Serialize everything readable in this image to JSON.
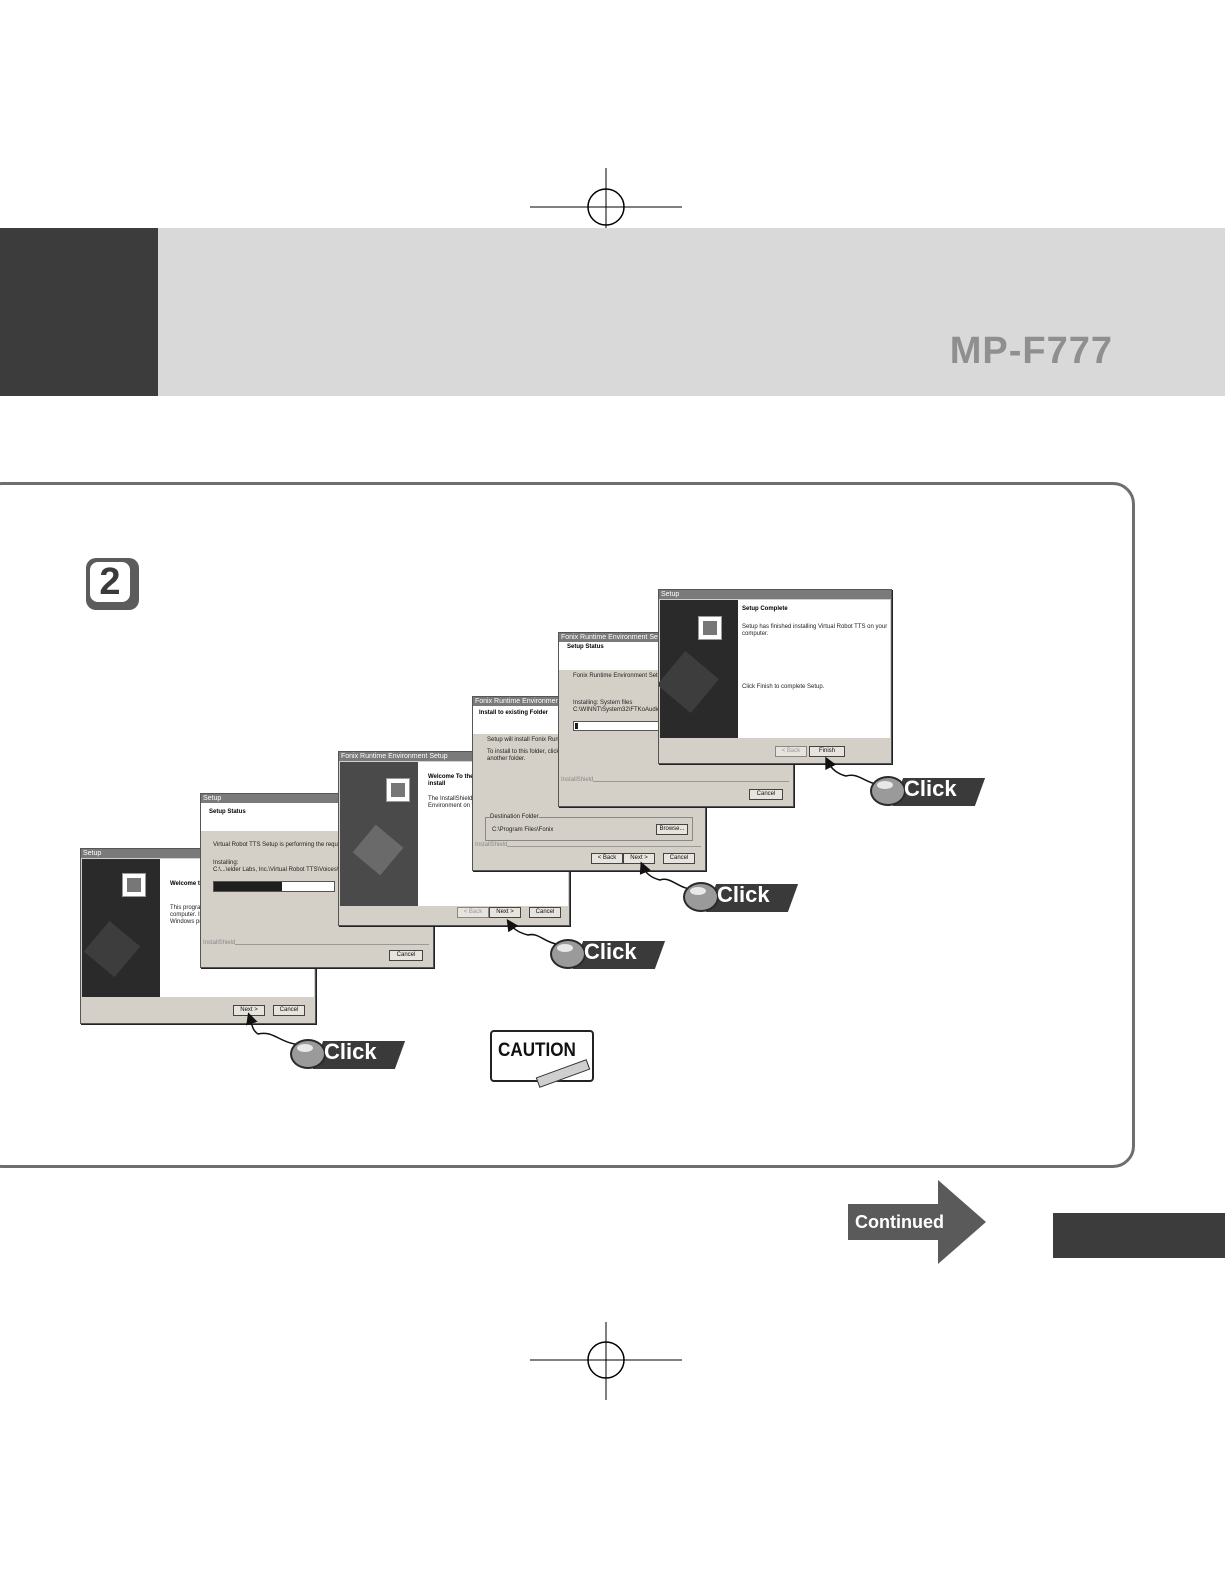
{
  "header": {
    "model": "MP-F777"
  },
  "step": {
    "number": "2"
  },
  "dialogs": {
    "welcome": {
      "title": "Setup",
      "heading": "Welcome t",
      "body": [
        "This program",
        "computer. It",
        "Windows pro"
      ],
      "buttons": {
        "next": "Next >",
        "cancel": "Cancel"
      }
    },
    "setup_status": {
      "title": "Setup",
      "heading": "Setup Status",
      "body": "Virtual Robot TTS Setup is performing the requested ope",
      "installing_label": "Installing:",
      "installing_path": "C:\\...\\elder Labs, Inc.\\Virtual Robot TTS\\Voices\\Ohlt.wav",
      "progress": "57%",
      "progress_value": 0.57,
      "brand": "InstallShield",
      "buttons": {
        "cancel": "Cancel"
      }
    },
    "fonix_welcome": {
      "title": "Fonix Runtime Environment Setup",
      "heading": "Welcome To the",
      "heading2": "install",
      "body": [
        "The InstallShield® W",
        "Environment on your"
      ],
      "buttons": {
        "back": "< Back",
        "next": "Next >",
        "cancel": "Cancel"
      }
    },
    "fonix_folder": {
      "title": "Fonix Runtime Environment Setu",
      "heading": "Install to existing Folder",
      "body": [
        "Setup will install Fonix Runtime En",
        "To install to this folder, click Next",
        "another folder."
      ],
      "group_label": "Destination Folder",
      "folder_path": "C:\\Program Files\\Fonix",
      "browse": "Browse...",
      "brand": "InstallShield",
      "buttons": {
        "back": "< Back",
        "next": "Next >",
        "cancel": "Cancel"
      }
    },
    "fonix_status": {
      "title": "Fonix Runtime Environment Setup",
      "heading": "Setup Status",
      "body": "Fonix Runtime Environment Setup is pro",
      "installing_label": "Installing: System files",
      "installing_path": "C:\\WINNT\\System32\\FTKoAudio.dll",
      "brand": "InstallShield",
      "buttons": {
        "cancel": "Cancel"
      }
    },
    "complete": {
      "title": "Setup",
      "heading": "Setup Complete",
      "body": [
        "Setup has finished installing Virtual Robot TTS on your",
        "computer."
      ],
      "hint": "Click Finish to complete Setup.",
      "buttons": {
        "back": "< Back",
        "finish": "Finish"
      }
    }
  },
  "click_labels": [
    "Click",
    "Click",
    "Click",
    "Click"
  ],
  "caution": {
    "label": "CAUTION"
  },
  "continued": {
    "label": "Continued"
  },
  "colors": {
    "dark": "#3c3c3c",
    "light_band": "#d9d9d9",
    "model_text": "#8f8f8f"
  }
}
